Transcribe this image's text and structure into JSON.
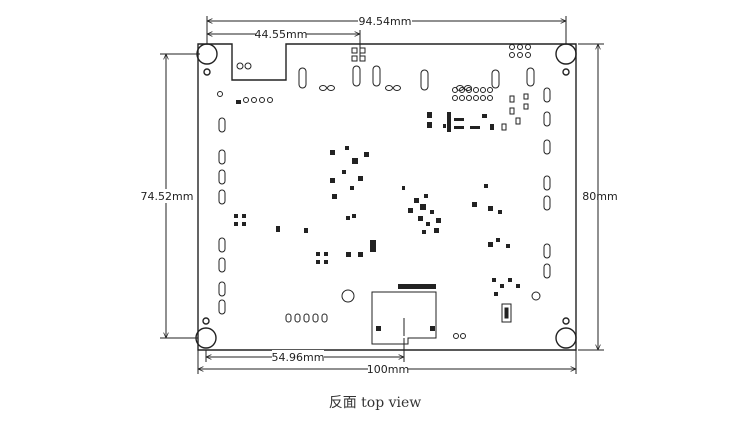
{
  "dimensions": {
    "inner_top": "94.54mm",
    "connector": "44.55mm",
    "left_height": "74.52mm",
    "right_height": "80mm",
    "bottom_partial": "54.96mm",
    "bottom_total": "100mm"
  },
  "caption": "反面 top view",
  "colors": {
    "line": "#222222",
    "board_fill": "#ffffff"
  }
}
